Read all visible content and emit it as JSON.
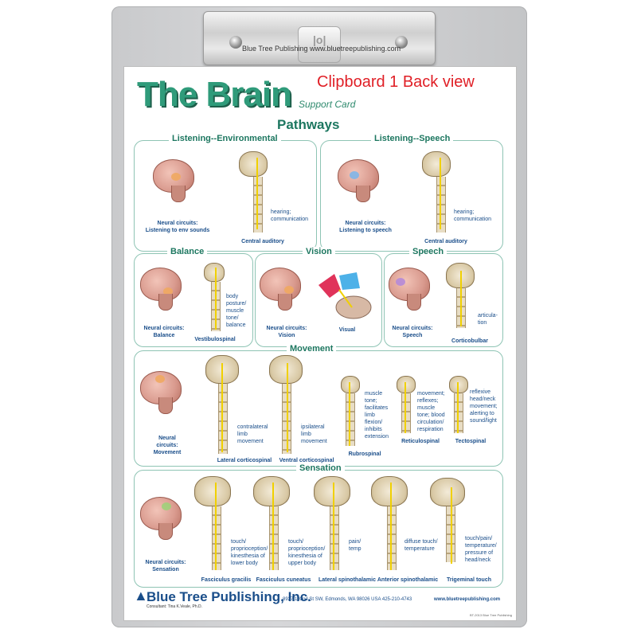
{
  "overlay_label": "Clipboard 1 Back view",
  "clip": {
    "brand_text": "Blue Tree Publishing  www.bluetreepublishing.com",
    "hinge_icon": "hinge-icon"
  },
  "card": {
    "title": "The Brain",
    "subtitle": "Support Card",
    "heading": "Pathways",
    "colors": {
      "title": "#2f9b7a",
      "heading": "#1d7760",
      "labels": "#1a4e8a",
      "pathway": "#f0d000",
      "overlay": "#e01f26"
    }
  },
  "sections": {
    "listening_env": {
      "title": "Listening--Environmental",
      "circuit_caption": "Neural circuits:\nListening to env sounds",
      "pathway_caption": "Central auditory",
      "function_note": "hearing;\ncommunication"
    },
    "listening_speech": {
      "title": "Listening--Speech",
      "circuit_caption": "Neural circuits:\nListening to speech",
      "pathway_caption": "Central auditory",
      "function_note": "hearing;\ncommunication"
    },
    "balance": {
      "title": "Balance",
      "circuit_caption": "Neural circuits:\nBalance",
      "pathway_caption": "Vestibulospinal",
      "function_note": "body\nposture/\nmuscle\ntone/\nbalance"
    },
    "vision": {
      "title": "Vision",
      "circuit_caption": "Neural circuits:\nVision",
      "pathway_caption": "Visual"
    },
    "speech": {
      "title": "Speech",
      "circuit_caption": "Neural circuits:\nSpeech",
      "pathway_caption": "Corticobulbar",
      "function_note": "articula-\ntion"
    },
    "movement": {
      "title": "Movement",
      "circuit_caption": "Neural\ncircuits:\nMovement",
      "pathways": [
        {
          "caption": "Lateral corticospinal",
          "note": "contralateral\nlimb\nmovement"
        },
        {
          "caption": "Ventral corticospinal",
          "note": "ipsilateral\nlimb\nmovement"
        },
        {
          "caption": "Rubrospinal",
          "note": "muscle\ntone;\nfacilitates\nlimb\nflexion/\ninhibits\nextension"
        },
        {
          "caption": "Reticulospinal",
          "note": "movement;\nreflexes;\nmuscle\ntone; blood\ncirculation/\nrespiration"
        },
        {
          "caption": "Tectospinal",
          "note": "reflexive\nhead/neck\nmovement;\nalerting to\nsound/light"
        }
      ]
    },
    "sensation": {
      "title": "Sensation",
      "circuit_caption": "Neural circuits:\nSensation",
      "pathways": [
        {
          "caption": "Fasciculus gracilis",
          "note": "touch/\nproprioception/\nkinesthesia of\nlower body"
        },
        {
          "caption": "Fasciculus cuneatus",
          "note": "touch/\nproprioception/\nkinesthesia of\nupper body"
        },
        {
          "caption": "Lateral spinothalamic",
          "note": "pain/\ntemp"
        },
        {
          "caption": "Anterior spinothalamic",
          "note": "diffuse touch/\ntemperature"
        },
        {
          "caption": "Trigeminal touch",
          "note": "touch/pain/\ntemperature/\npressure of\nhead/neck"
        }
      ]
    }
  },
  "footer": {
    "publisher": "Blue Tree Publishing, Inc.",
    "address": "8927 192nd St SW, Edmonds, WA 98026 USA 425-210-4743",
    "website": "www.bluetreepublishing.com",
    "consultant": "Consultant: Tina K.Veale, Ph.D.",
    "copyright": "BT-2013 Blue Tree Publishing"
  }
}
